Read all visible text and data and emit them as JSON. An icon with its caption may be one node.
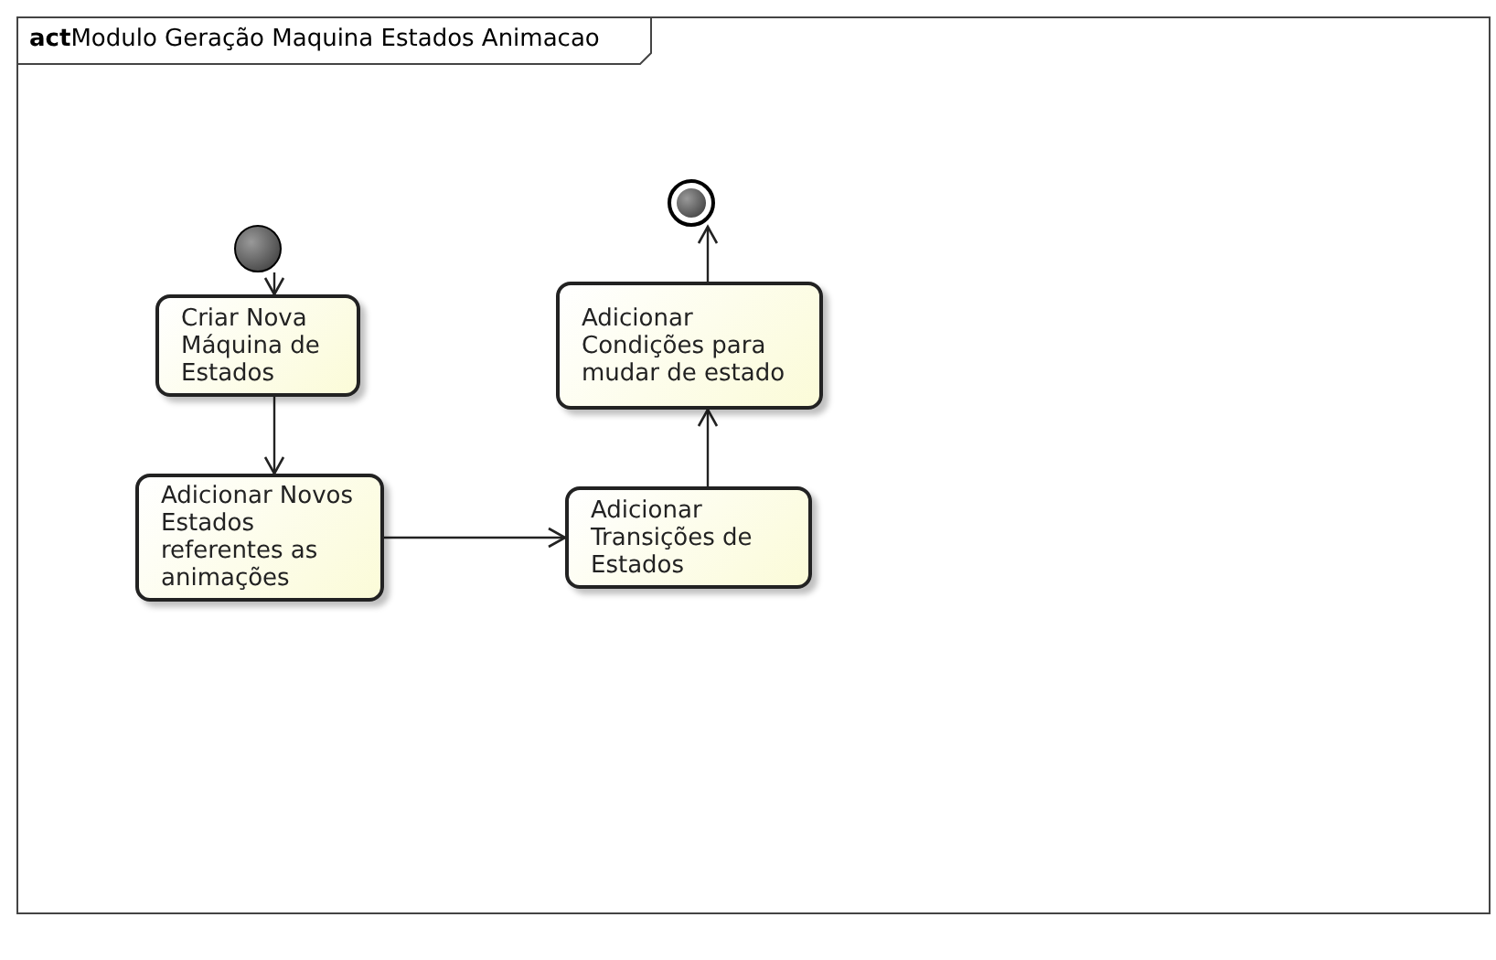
{
  "diagram": {
    "nodes": [
      {
        "text": [
          "**act**Modulo Geração Maquina Estados Animacao"
        ]
      },
      {
        "text": [],
        "shape": "circle",
        "in": 0
      },
      {
        "text": [
          "Criar Nova Máquina de Estados"
        ],
        "in": 0
      },
      {
        "text": [
          "Adicionar Novos Estados referentes as animações"
        ],
        "in": 0
      },
      {
        "text": [],
        "shape": "circle",
        "in": 0
      },
      {
        "text": [
          "Adicionar Condições para mudar de estado"
        ],
        "in": 0
      },
      {
        "text": [
          "Adicionar Transições de Estados"
        ],
        "in": 0
      }
    ],
    "edges": [
      {
        "from": 1,
        "to": 2,
        "arrow": "to"
      },
      {
        "from": 2,
        "to": 3,
        "arrow": "to"
      },
      {
        "from": 3,
        "to": 6,
        "arrow": "to"
      },
      {
        "from": 6,
        "to": 5,
        "arrow": "to"
      },
      {
        "from": 5,
        "to": 4,
        "arrow": "to"
      }
    ]
  }
}
